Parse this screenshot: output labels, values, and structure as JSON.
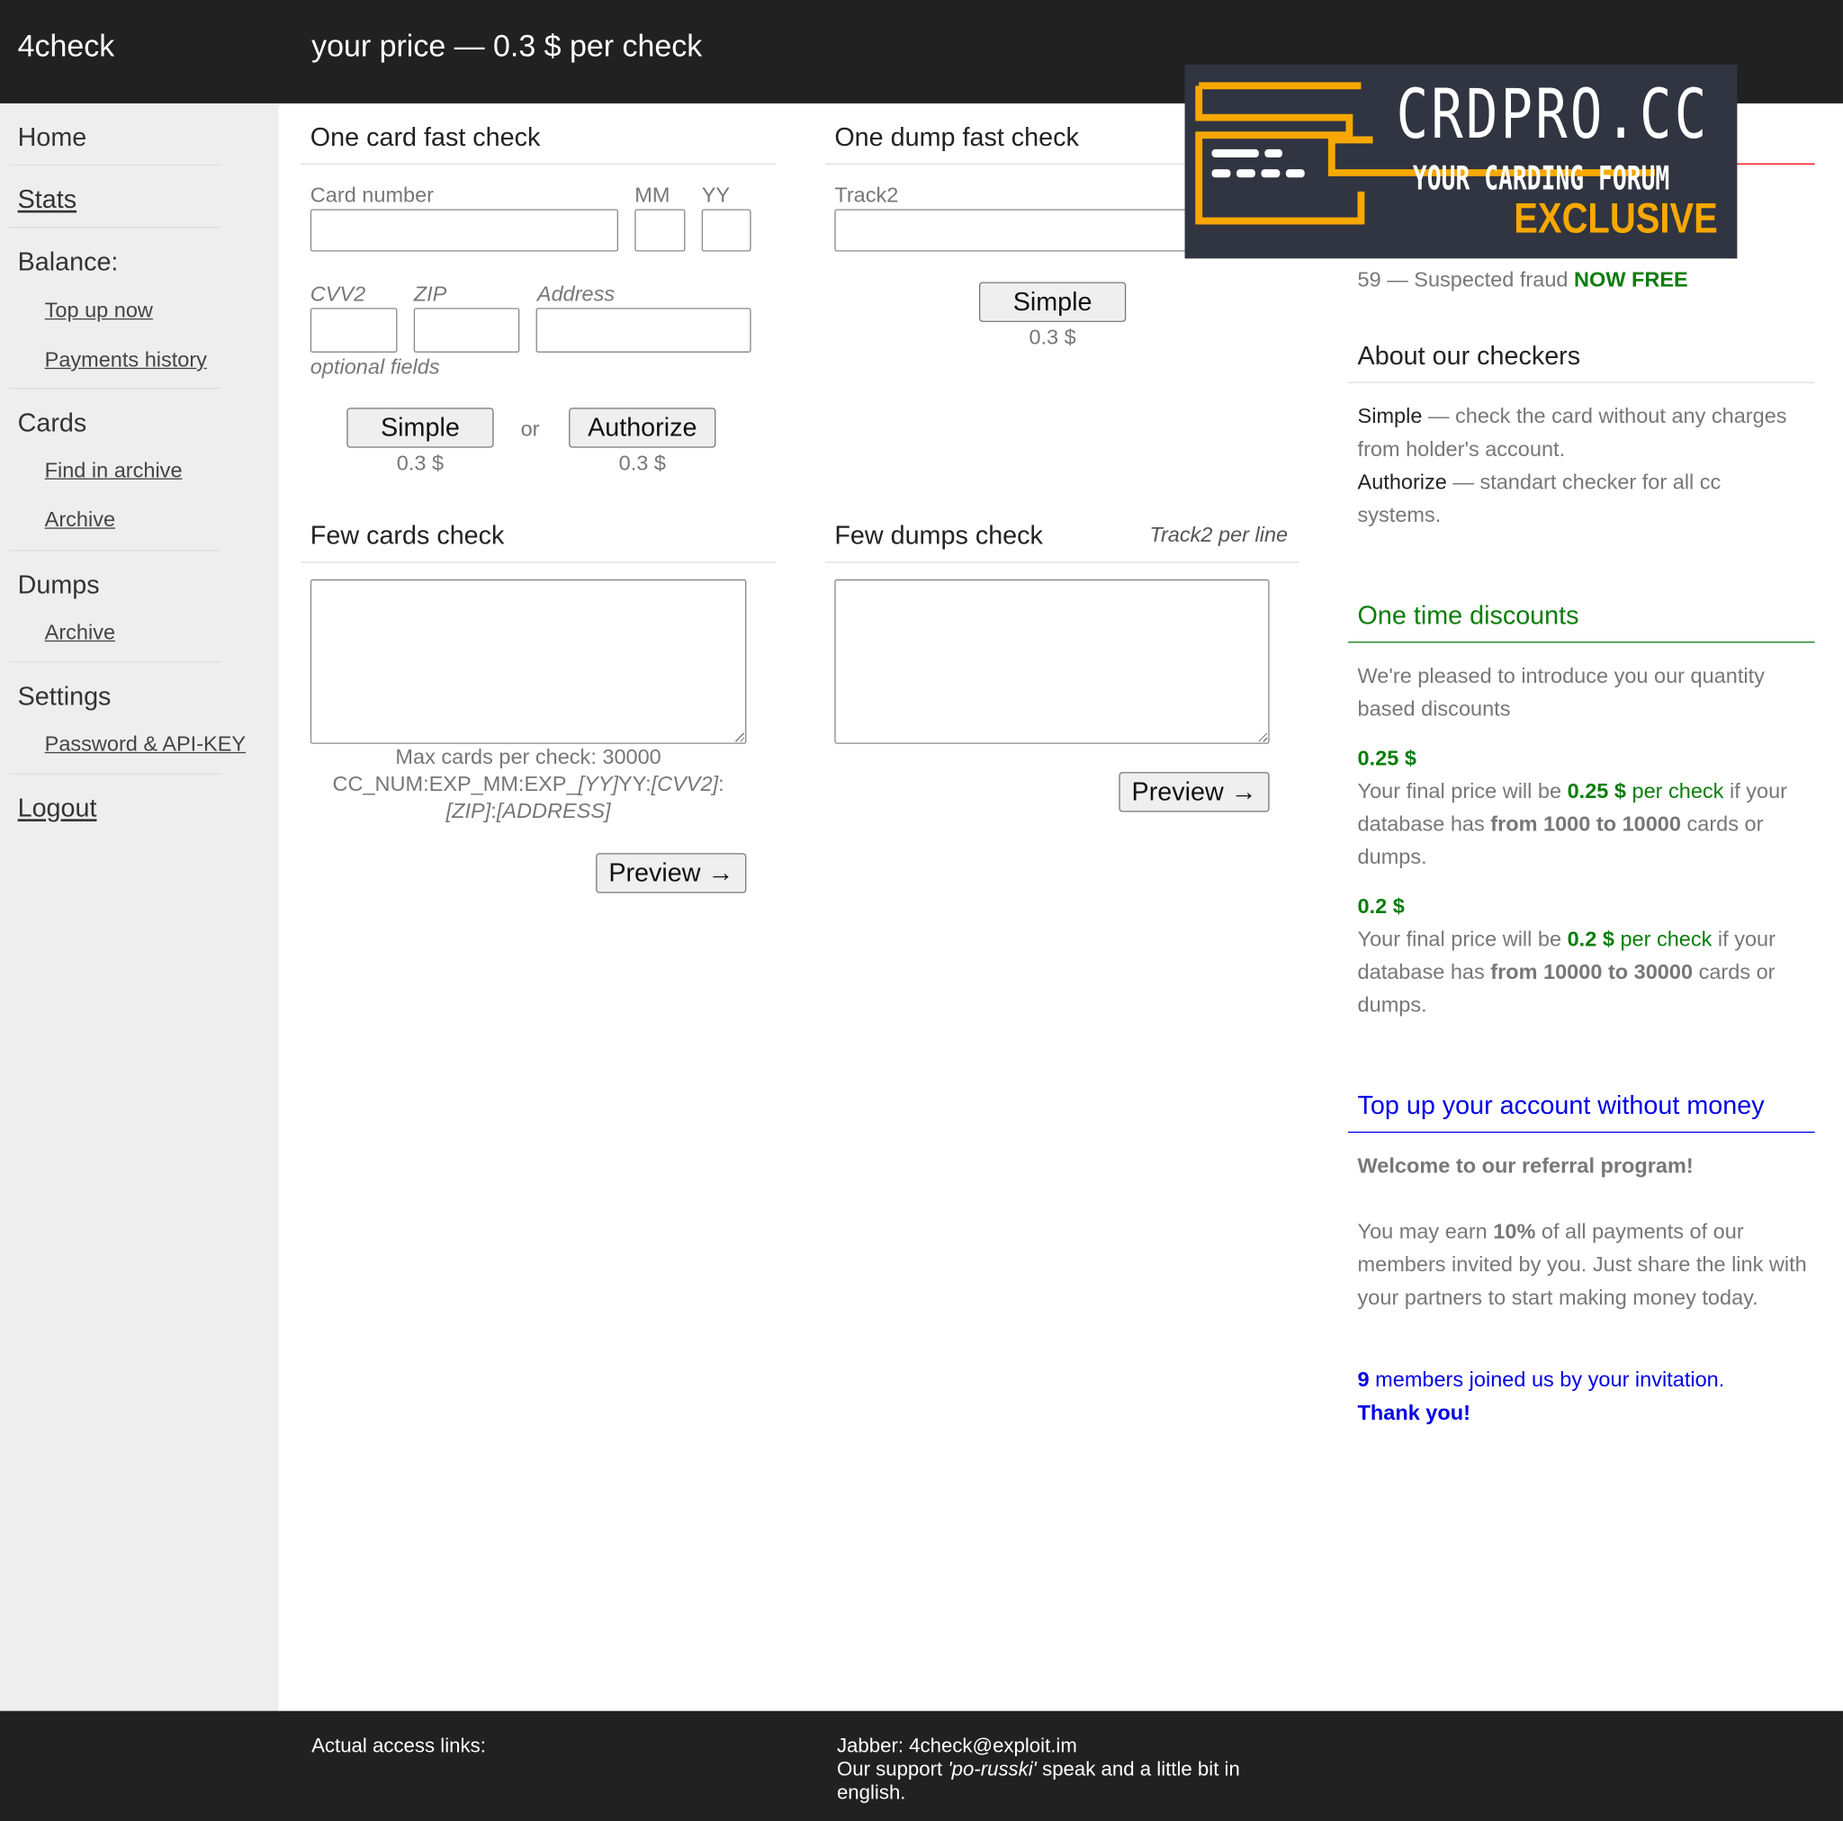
{
  "header": {
    "logo": "4check",
    "price": "your price — 0.3 $ per check"
  },
  "sidebar": {
    "home": "Home",
    "stats": "Stats",
    "balance": "Balance:",
    "top_up": "Top up now",
    "payments": "Payments history",
    "cards": "Cards",
    "find_archive": "Find in archive",
    "cards_archive": "Archive",
    "dumps": "Dumps",
    "dumps_archive": "Archive",
    "settings": "Settings",
    "password": "Password & API-KEY",
    "logout": "Logout"
  },
  "card_check": {
    "title": "One card fast check",
    "card_number": "Card number",
    "mm": "MM",
    "yy": "YY",
    "cvv2": "CVV2",
    "zip": "ZIP",
    "address": "Address",
    "optional": "optional fields",
    "simple": "Simple",
    "or": "or",
    "authorize": "Authorize",
    "simple_cost": "0.3 $",
    "authorize_cost": "0.3 $"
  },
  "dump_check": {
    "title": "One dump fast check",
    "track2": "Track2",
    "simple": "Simple",
    "simple_cost": "0.3 $"
  },
  "few_cards": {
    "title": "Few cards check",
    "max": "Max cards per check: 30000",
    "format_a": "CC_NUM:EXP_MM:EXP_",
    "format_b": "[YY]",
    "format_c": "YY:",
    "format_d": "[CVV2]",
    "format_e": ":",
    "format_f": "[ZIP]",
    "format_g": ":",
    "format_h": "[ADDRESS]",
    "preview": "Preview →"
  },
  "few_dumps": {
    "title": "Few dumps check",
    "hint": "Track2 per line",
    "preview": "Preview →"
  },
  "right": {
    "fraud_num": "59 — Suspected fraud",
    "fraud_free": "NOW FREE",
    "about_title": "About our checkers",
    "simple_label": "Simple",
    "simple_desc": " — check the card without any charges from holder's account.",
    "auth_label": "Authorize",
    "auth_desc": " — standart checker for all cc systems.",
    "disc_title": "One time discounts",
    "disc_intro": "We're pleased to introduce you our quantity based discounts",
    "d1_price": "0.25 $",
    "d1_a": "Your final price will be ",
    "d1_b": "0.25 $",
    "d1_c": " per check",
    "d1_d": " if your database has ",
    "d1_e": "from 1000 to 10000",
    "d1_f": " cards or dumps.",
    "d2_price": "0.2 $",
    "d2_a": "Your final price will be ",
    "d2_b": "0.2 $",
    "d2_c": " per check",
    "d2_d": " if your database has ",
    "d2_e": "from 10000 to 30000",
    "d2_f": " cards or dumps.",
    "ref_title": "Top up your account without money",
    "ref_welcome": "Welcome to our referral program!",
    "ref_a": "You may earn ",
    "ref_b": "10%",
    "ref_c": " of all payments of our members invited by you. Just share the link with your partners to start making money today.",
    "joined_n": "9",
    "joined_t": " members joined us by your invitation.",
    "thanks": "Thank you!"
  },
  "banner": {
    "title": "CRDPRO.CC",
    "subtitle": "YOUR CARDING FORUM",
    "tag": "EXCLUSIVE"
  },
  "footer": {
    "links_label": "Actual access links:",
    "jabber": "Jabber: 4check@exploit.im",
    "support_a": "Our support ",
    "support_b": "'po-russki'",
    "support_c": " speak and a little bit in english."
  },
  "colors": {
    "header_bg": "#212121",
    "sidebar_bg": "#eeeeee",
    "green": "#0a7d0a",
    "blue": "#0000e6",
    "banner_bg": "#313541",
    "banner_accent": "#f7a800"
  }
}
